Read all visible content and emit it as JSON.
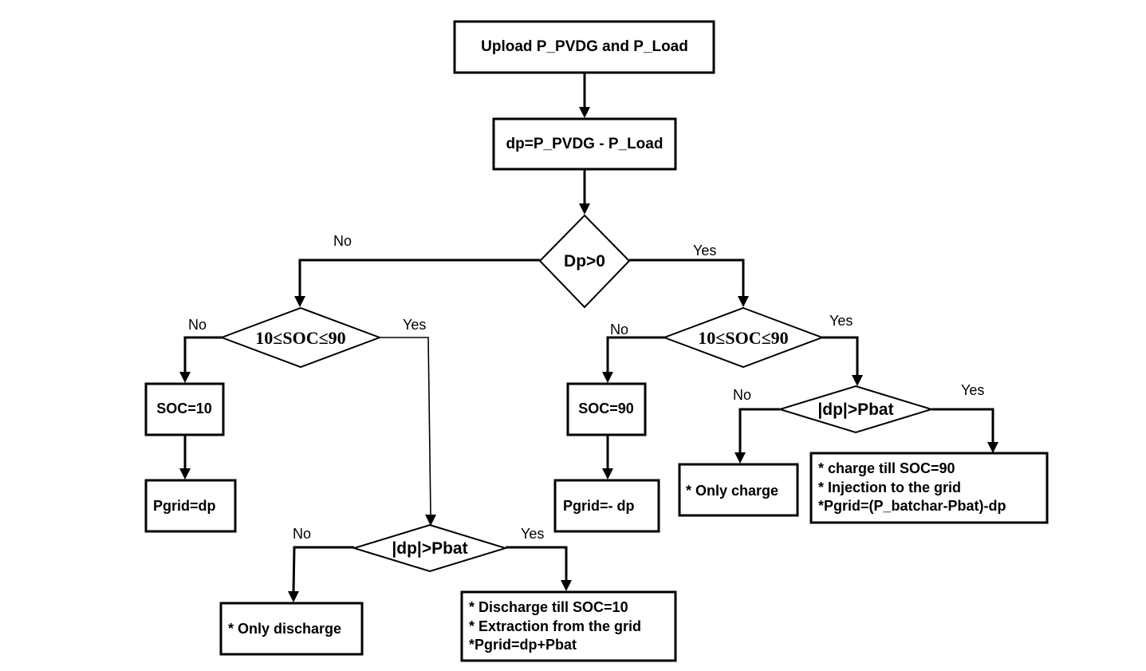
{
  "nodes": {
    "upload": "Upload P_PVDG and P_Load",
    "dp_calc": "dp=P_PVDG - P_Load",
    "dp_decision": "Dp>0",
    "soc_check_left": "10≤SOC≤90",
    "soc_check_right": "10≤SOC≤90",
    "soc10": "SOC=10",
    "pgrid_dp": "Pgrid=dp",
    "soc90": "SOC=90",
    "pgrid_neg_dp": "Pgrid=- dp",
    "dp_pbat_left": "|dp|>Pbat",
    "dp_pbat_right": "|dp|>Pbat",
    "only_discharge": "* Only discharge",
    "only_charge": "* Only charge",
    "discharge_box": [
      "* Discharge till SOC=10",
      "* Extraction from the grid",
      "*Pgrid=dp+Pbat"
    ],
    "charge_box": [
      "* charge till SOC=90",
      "* Injection to the grid",
      "*Pgrid=(P_batchar-Pbat)-dp"
    ]
  },
  "labels": {
    "no": "No",
    "yes": "Yes"
  }
}
